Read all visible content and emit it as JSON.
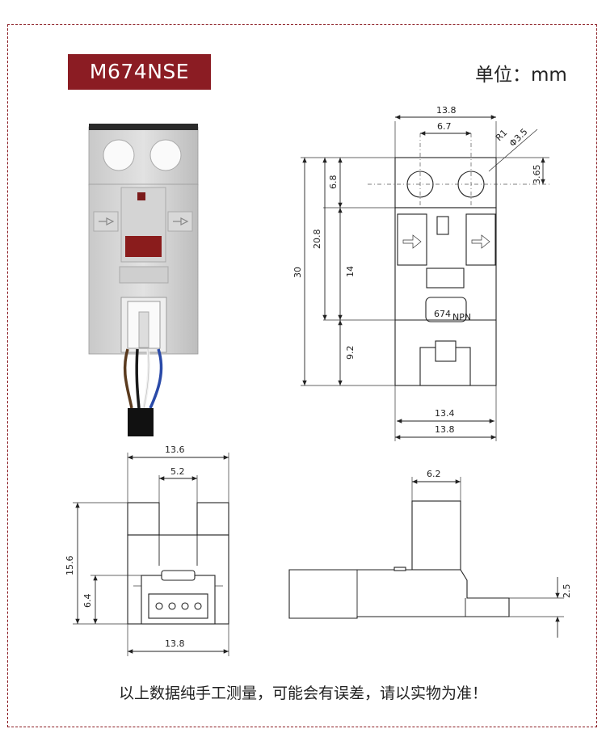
{
  "model": "M674NSE",
  "unit_label": "单位：mm",
  "footer_note": "以上数据纯手工测量，可能会有误差，请以实物为准！",
  "colors": {
    "accent": "#8b1c23",
    "line": "#222222"
  },
  "front_view": {
    "width_top": "13.8",
    "hole_pitch": "6.7",
    "radius": "R1",
    "hole_dia": "Φ3.5",
    "hole_offset": "3.65",
    "height_total": "30",
    "height_mount": "6.8",
    "height_mid": "20.8",
    "height_slot": "14",
    "height_base": "9.2",
    "width_bottom_inner": "13.4",
    "width_bottom": "13.8",
    "body_mark": "674",
    "body_sub": "NPN"
  },
  "bottom_view": {
    "width_top": "13.6",
    "slot_width": "5.2",
    "height_total": "15.6",
    "height_conn": "6.4",
    "width_bottom": "13.8"
  },
  "side_view": {
    "top_width": "6.2",
    "tab_height": "2.5"
  }
}
